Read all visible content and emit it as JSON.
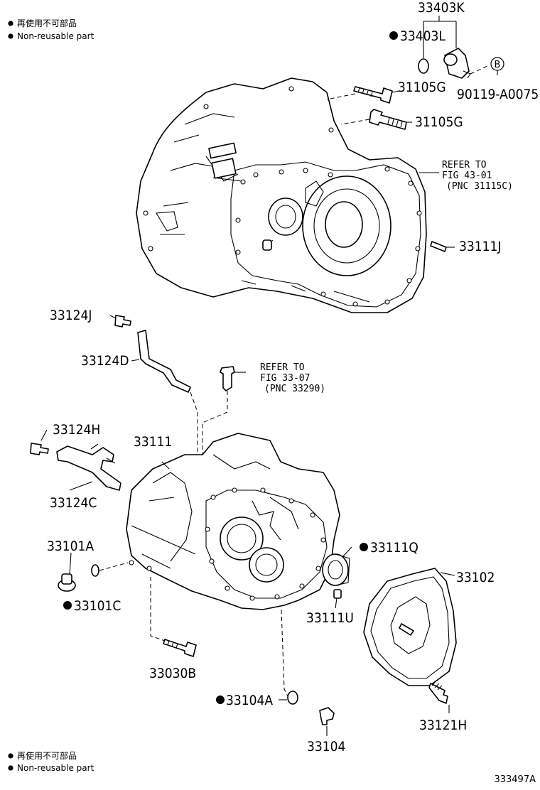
{
  "legend_top": {
    "line1": "再使用不可部品",
    "line2": "Non-reusable part"
  },
  "legend_bottom": {
    "line1": "再使用不可部品",
    "line2": "Non-reusable part"
  },
  "figure_number": "333497A",
  "circle_marker": "B",
  "reference_notes": [
    {
      "line1": "REFER TO",
      "line2": "FIG 43-01",
      "line3": "(PNC 31115C)"
    },
    {
      "line1": "REFER TO",
      "line2": "FIG 33-07",
      "line3": "(PNC 33290)"
    }
  ],
  "parts": [
    {
      "code": "33403K",
      "non_reusable": false
    },
    {
      "code": "33403L",
      "non_reusable": true
    },
    {
      "code": "31105G",
      "non_reusable": false
    },
    {
      "code": "31105G",
      "non_reusable": false
    },
    {
      "code": "90119-A0075",
      "non_reusable": false
    },
    {
      "code": "33111J",
      "non_reusable": false
    },
    {
      "code": "33124J",
      "non_reusable": false
    },
    {
      "code": "33124D",
      "non_reusable": false
    },
    {
      "code": "33124H",
      "non_reusable": false
    },
    {
      "code": "33111",
      "non_reusable": false
    },
    {
      "code": "33124C",
      "non_reusable": false
    },
    {
      "code": "33101A",
      "non_reusable": false
    },
    {
      "code": "33111Q",
      "non_reusable": true
    },
    {
      "code": "33101C",
      "non_reusable": true
    },
    {
      "code": "33102",
      "non_reusable": false
    },
    {
      "code": "33111U",
      "non_reusable": false
    },
    {
      "code": "33030B",
      "non_reusable": false
    },
    {
      "code": "33104A",
      "non_reusable": true
    },
    {
      "code": "33121H",
      "non_reusable": false
    },
    {
      "code": "33104",
      "non_reusable": false
    }
  ]
}
